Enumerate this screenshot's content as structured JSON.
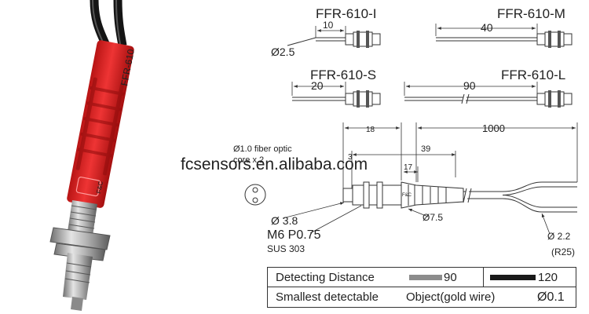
{
  "model_labels": {
    "i": "FFR-610-I",
    "m": "FFR-610-M",
    "s": "FFR-610-S",
    "l": "FFR-610-L"
  },
  "model_dims": {
    "i_length": "10",
    "i_dia": "Ø2.5",
    "m_length": "40",
    "s_length": "20",
    "l_length": "90"
  },
  "sleeve_text": "FFR-610",
  "logo_text": "F&C",
  "watermark": "fcsensors.en.alibaba.com",
  "drawing": {
    "dim_18": "18",
    "dim_1000": "1000",
    "dim_39": "39",
    "dim_3": "3",
    "dim_17": "17",
    "dim_d38": "Ø 3.8",
    "dim_d75": "Ø7.5",
    "dim_d22": "Ø 2.2",
    "bend": "(R25)",
    "thread": "M6  P0.75",
    "material": "SUS  303",
    "core_line1": "Ø1.0 fiber optic",
    "core_line2": "core x 2",
    "body_logo": "F&C"
  },
  "spec": {
    "detecting_label": "Detecting  Distance",
    "value_a": "90",
    "value_b": "120",
    "smallest_label": "Smallest  detectable",
    "object_label": "Object(gold  wire)",
    "object_value": "Ø0.1",
    "color_a": "#8c8c8c",
    "color_b": "#1a1a1a"
  }
}
